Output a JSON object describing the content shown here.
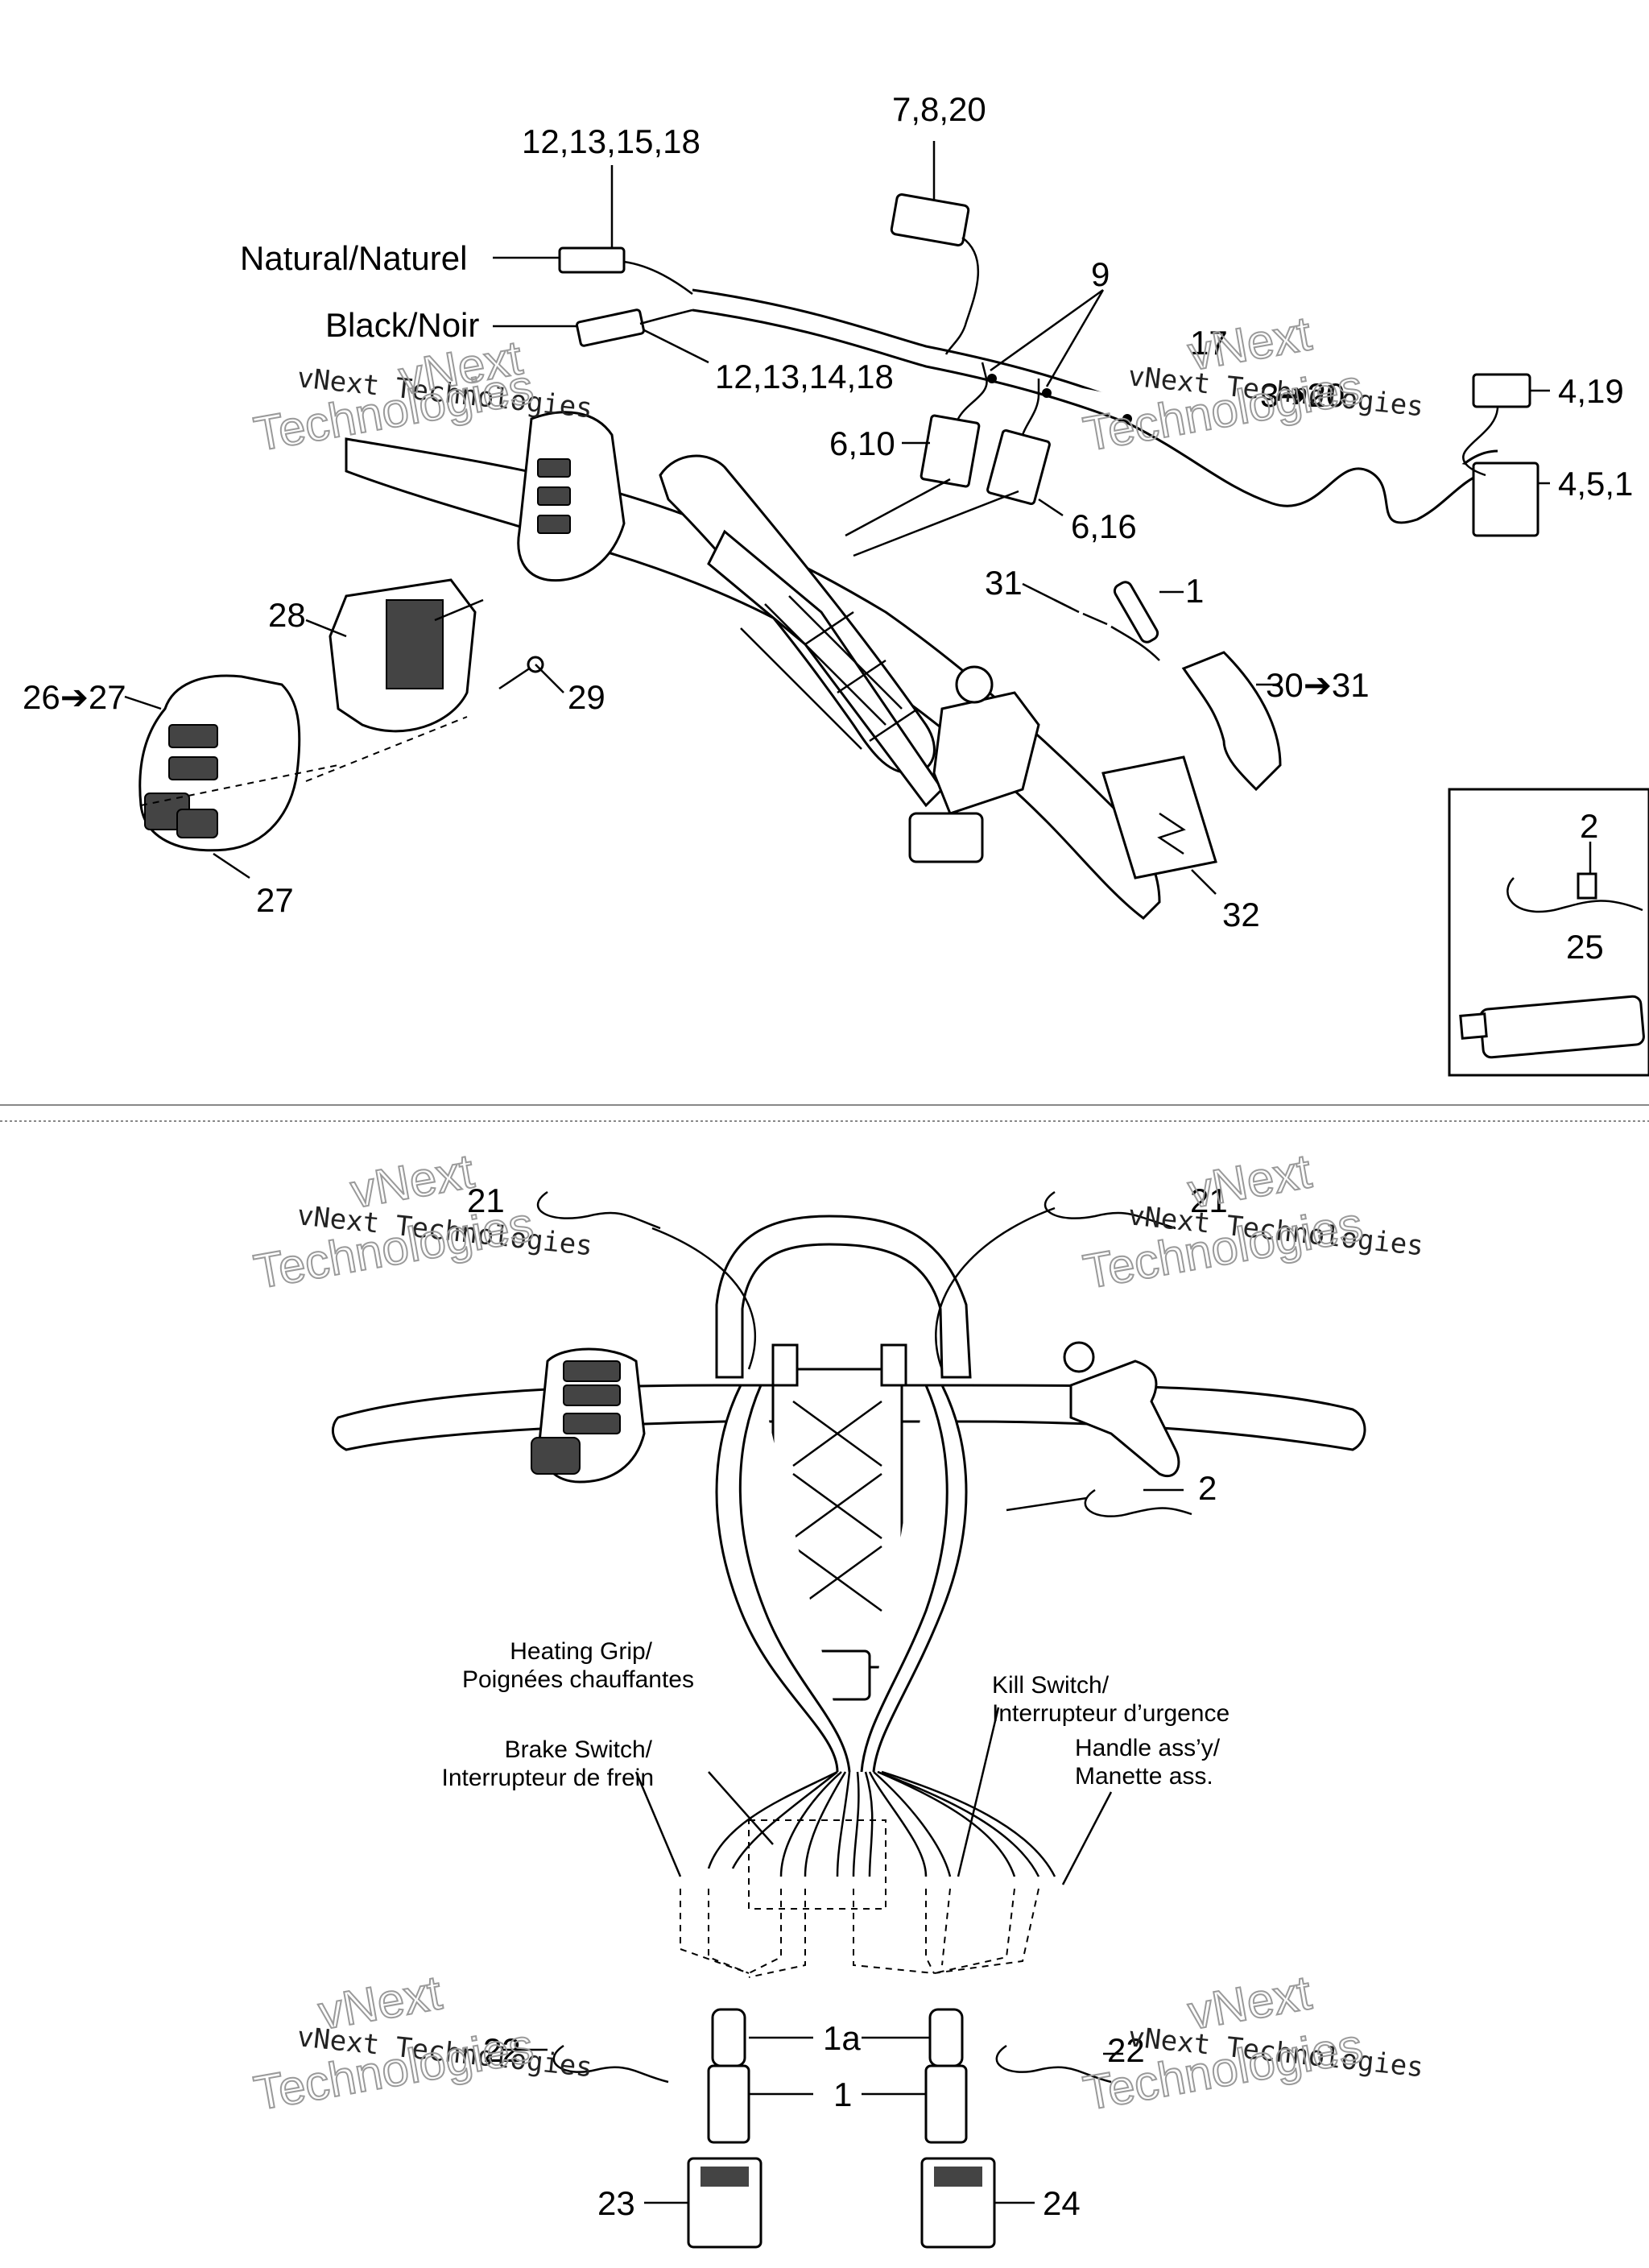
{
  "top_callouts": {
    "c_7_8_20": "7,8,20",
    "c_12_13_15_18": "12,13,15,18",
    "natural": "Natural/Naturel",
    "black": "Black/Noir",
    "c_12_13_14_18": "12,13,14,18",
    "c_9": "9",
    "c_17": "17",
    "c_3_20": "3➔20",
    "c_4_19": "4,19",
    "c_4_5_1": "4,5,1",
    "c_6_10": "6,10",
    "c_6_16": "6,16",
    "c_31": "31",
    "c_1": "1",
    "c_28": "28",
    "c_29": "29",
    "c_26_27": "26➔27",
    "c_30_31": "30➔31",
    "c_27": "27",
    "c_32": "32",
    "c_2": "2",
    "c_25": "25"
  },
  "bottom_callouts": {
    "c_21_left": "21",
    "c_21_right": "21",
    "c_2": "2",
    "heating_grip_1": "Heating Grip/",
    "heating_grip_2": "Poignées chauffantes",
    "kill_switch_1": "Kill Switch/",
    "kill_switch_2": "Interrupteur d’urgence",
    "brake_switch_1": "Brake Switch/",
    "brake_switch_2": "Interrupteur de frein",
    "handle_1": "Handle ass’y/",
    "handle_2": "Manette ass.",
    "c_22_left": "22",
    "c_22_right": "22",
    "c_1a": "1a",
    "c_1": "1",
    "c_23": "23",
    "c_24": "24"
  },
  "watermark": {
    "line1": "vNext Technologies",
    "line2": "vNext",
    "line3": "Technologies"
  }
}
